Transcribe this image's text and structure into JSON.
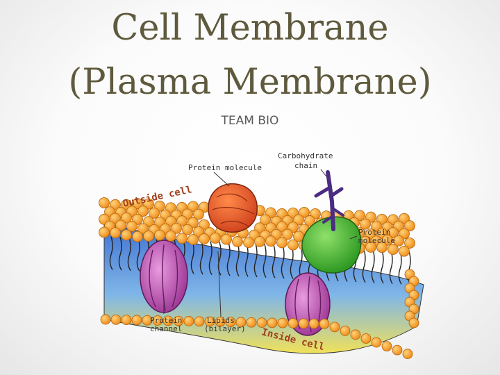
{
  "slide": {
    "title_line1": "Cell Membrane",
    "title_line2": "(Plasma Membrane)",
    "subtitle": "TEAM BIO"
  },
  "diagram": {
    "labels": {
      "protein_molecule_top": "Protein molecule",
      "carbohydrate_line1": "Carbohydrate",
      "carbohydrate_line2": "chain",
      "protein_molecule_right_line1": "Protein",
      "protein_molecule_right_line2": "molecule",
      "protein_channel_line1": "Protein",
      "protein_channel_line2": "channel",
      "lipids_line1": "Lipids",
      "lipids_line2": "(bilayer)",
      "outside_cell": "Outside cell",
      "inside_cell": "Inside cell"
    },
    "colors": {
      "phospholipid_head": "#f39a2c",
      "bilayer_top": "#3f6fd0",
      "bilayer_bottom": "#f1e15a",
      "protein_channel": "#b64aa8",
      "protein_red": "#e4582a",
      "protein_green": "#3cad2e",
      "carbohydrate": "#4a2c82"
    }
  }
}
